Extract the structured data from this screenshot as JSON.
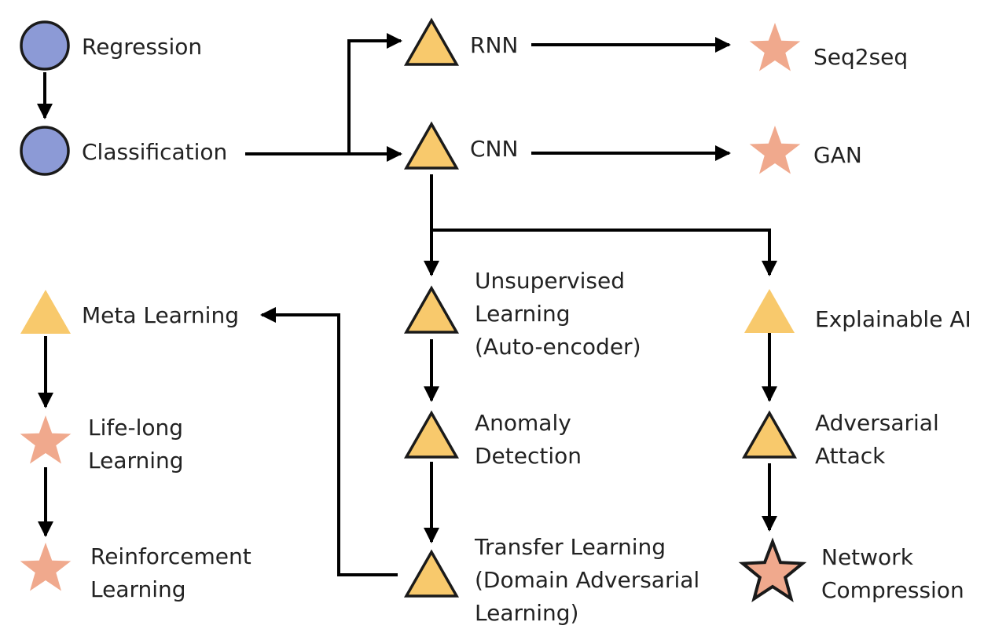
{
  "colors": {
    "circle_fill": "#8c9ad6",
    "triangle_fill": "#f8c96c",
    "star_fill": "#f0a98d",
    "outline": "#1a1a1a",
    "line": "#000000"
  },
  "nodes": {
    "regression": {
      "label": [
        "Regression"
      ],
      "shape": "circle"
    },
    "classification": {
      "label": [
        "Classification"
      ],
      "shape": "circle"
    },
    "rnn": {
      "label": [
        "RNN"
      ],
      "shape": "triangle"
    },
    "cnn": {
      "label": [
        "CNN"
      ],
      "shape": "triangle"
    },
    "seq2seq": {
      "label": [
        "Seq2seq"
      ],
      "shape": "star"
    },
    "gan": {
      "label": [
        "GAN"
      ],
      "shape": "star"
    },
    "unsupervised": {
      "label": [
        "Unsupervised",
        "Learning",
        "(Auto-encoder)"
      ],
      "shape": "triangle"
    },
    "anomaly": {
      "label": [
        "Anomaly",
        "Detection"
      ],
      "shape": "triangle"
    },
    "transfer": {
      "label": [
        "Transfer Learning",
        "(Domain Adversarial",
        "Learning)"
      ],
      "shape": "triangle"
    },
    "explainable": {
      "label": [
        "Explainable AI"
      ],
      "shape": "triangle"
    },
    "adversarial": {
      "label": [
        "Adversarial",
        "Attack"
      ],
      "shape": "triangle"
    },
    "compression": {
      "label": [
        "Network",
        "Compression"
      ],
      "shape": "star"
    },
    "meta": {
      "label": [
        "Meta Learning"
      ],
      "shape": "triangle"
    },
    "lifelong": {
      "label": [
        "Life-long",
        "Learning"
      ],
      "shape": "star"
    },
    "reinforcement": {
      "label": [
        "Reinforcement",
        "Learning"
      ],
      "shape": "star"
    }
  },
  "edges": [
    [
      "regression",
      "classification"
    ],
    [
      "classification",
      "cnn"
    ],
    [
      "classification",
      "rnn"
    ],
    [
      "rnn",
      "seq2seq"
    ],
    [
      "cnn",
      "gan"
    ],
    [
      "cnn",
      "unsupervised"
    ],
    [
      "cnn",
      "explainable"
    ],
    [
      "unsupervised",
      "anomaly"
    ],
    [
      "anomaly",
      "transfer"
    ],
    [
      "transfer",
      "meta"
    ],
    [
      "explainable",
      "adversarial"
    ],
    [
      "adversarial",
      "compression"
    ],
    [
      "meta",
      "lifelong"
    ],
    [
      "lifelong",
      "reinforcement"
    ]
  ]
}
